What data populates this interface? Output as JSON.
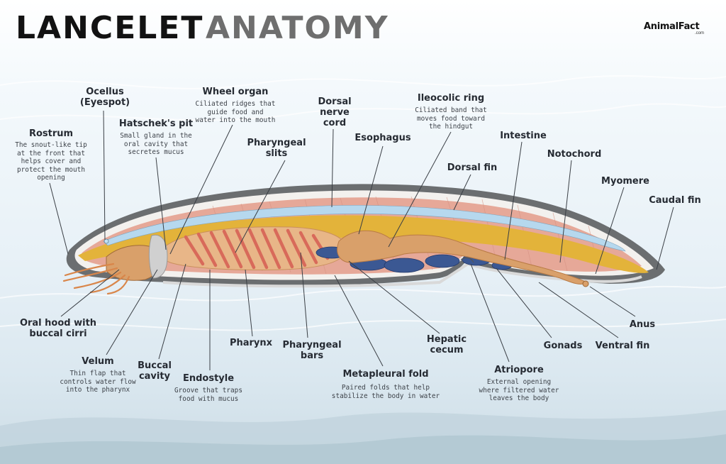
{
  "title": {
    "part1": "LANCELET",
    "part2": "ANATOMY"
  },
  "logo": {
    "text": "AnimalFact",
    "sub": ".com"
  },
  "labels": {
    "ocellus": "Ocellus\n(Eyespot)",
    "wheel_organ": "Wheel organ",
    "wheel_organ_desc": "Ciliated ridges that\nguide food and\nwater into the mouth",
    "hatscheks_pit": "Hatschek's pit",
    "hatscheks_pit_desc": "Small gland in the\noral cavity that\nsecretes mucus",
    "rostrum": "Rostrum",
    "rostrum_desc": "The snout-like tip\nat the front that\nhelps cover and\nprotect the mouth\nopening",
    "dorsal_nerve_cord": "Dorsal\nnerve\ncord",
    "pharyngeal_slits": "Pharyngeal\nslits",
    "ileocolic_ring": "Ileocolic ring",
    "ileocolic_ring_desc": "Ciliated band that\nmoves food toward\nthe hindgut",
    "esophagus": "Esophagus",
    "intestine": "Intestine",
    "notochord": "Notochord",
    "dorsal_fin": "Dorsal fin",
    "myomere": "Myomere",
    "caudal_fin": "Caudal fin",
    "oral_hood": "Oral hood with\nbuccal cirri",
    "velum": "Velum",
    "velum_desc": "Thin flap that\ncontrols water flow\ninto the pharynx",
    "buccal_cavity": "Buccal\ncavity",
    "endostyle": "Endostyle",
    "endostyle_desc": "Groove that traps\nfood with mucus",
    "pharynx": "Pharynx",
    "pharyngeal_bars": "Pharyngeal\nbars",
    "metapleural_fold": "Metapleural fold",
    "metapleural_fold_desc": "Paired folds that help\nstabilize the body in water",
    "hepatic_cecum": "Hepatic\ncecum",
    "atriopore": "Atriopore",
    "atriopore_desc": "External opening\nwhere filtered water\nleaves the body",
    "gonads": "Gonads",
    "ventral_fin": "Ventral fin",
    "anus": "Anus"
  },
  "colors": {
    "outer_skin": "#6b6e70",
    "body_muscle": "#e6a898",
    "nerve_cord": "#b6d8ee",
    "notochord": "#e3b33a",
    "pharynx": "#e8b688",
    "slits": "#d86a5a",
    "gut": "#d9a06a",
    "gonads": "#3b5893",
    "leader_line": "#3a3f45"
  }
}
